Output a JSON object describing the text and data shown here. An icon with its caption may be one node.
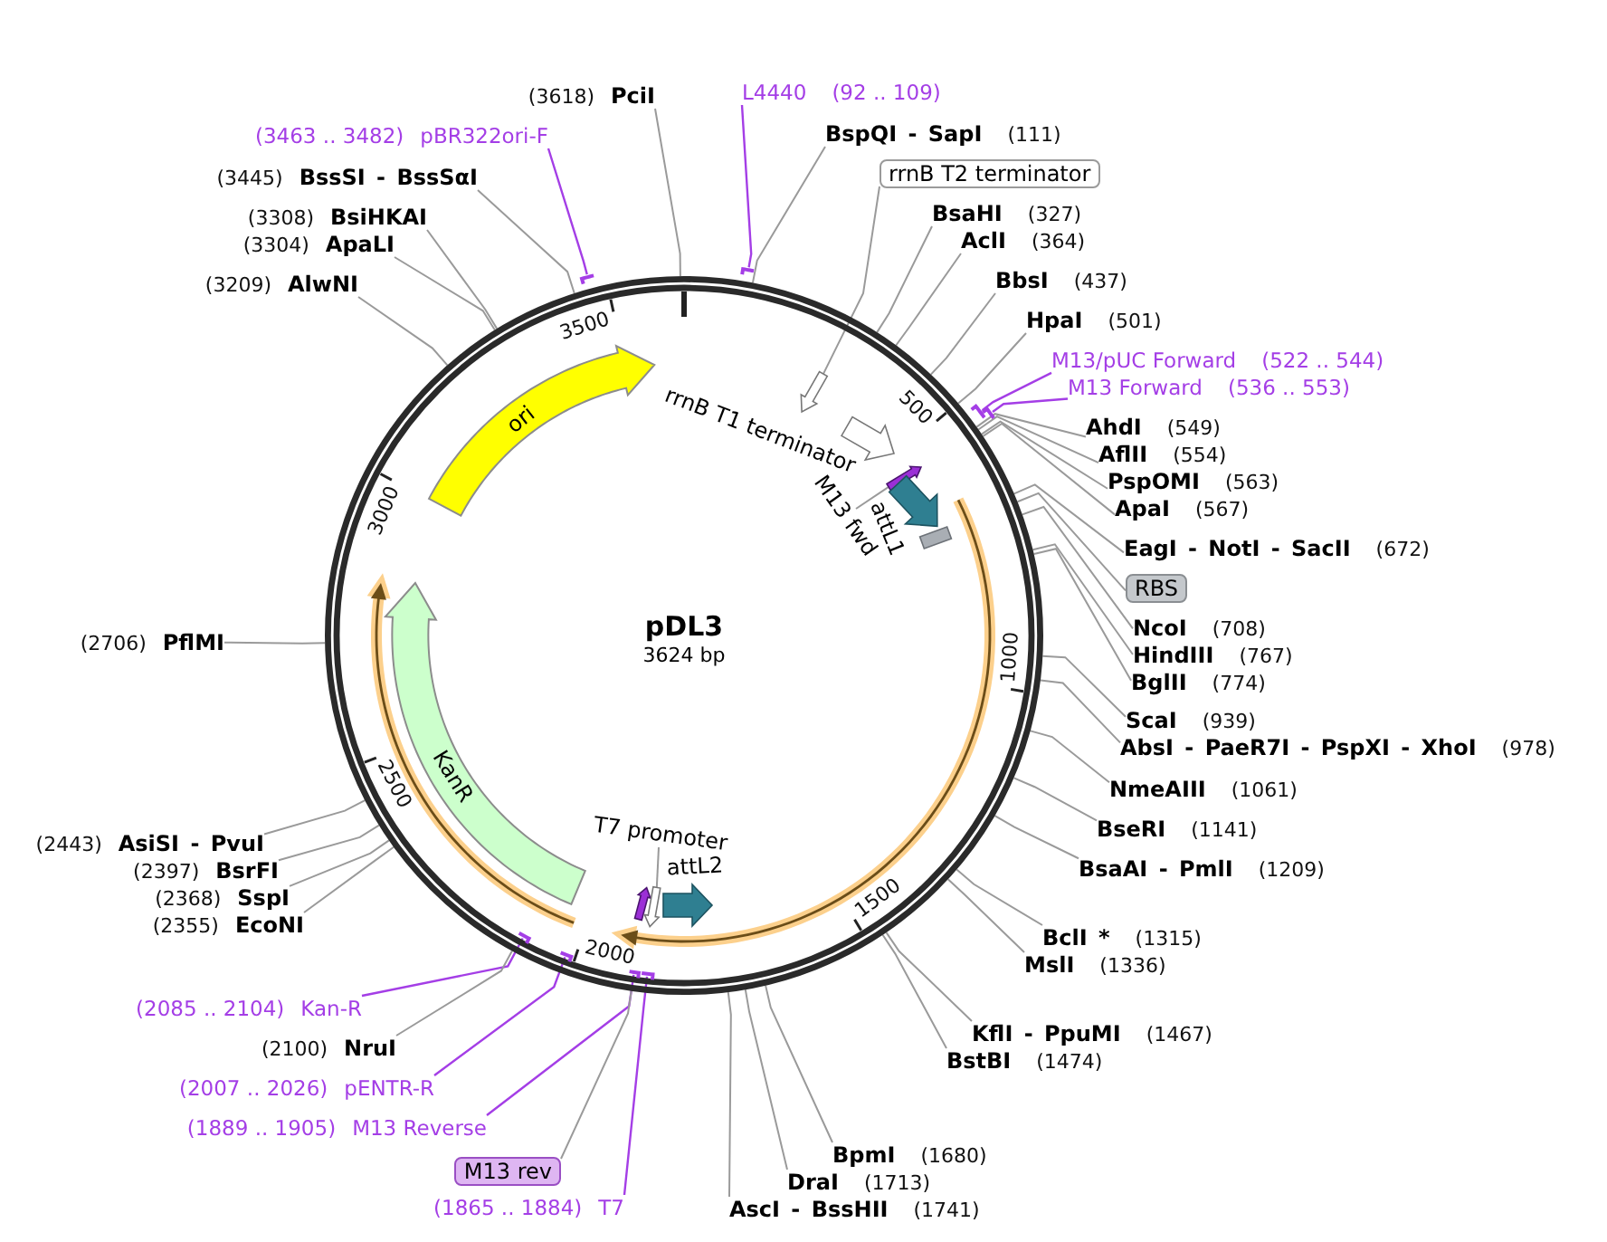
{
  "diagram": {
    "nodes": [
      {
        "text": [
          "pDL3",
          "3624 bp"
        ]
      },
      {
        "text": [
          "ori"
        ],
        "in": 0
      },
      {
        "text": [],
        "shape": "arrow",
        "in": 0
      },
      {
        "text": [],
        "shape": "arrow",
        "in": 0,
        "beside": [
          "rrnB T1 terminator"
        ]
      },
      {
        "text": [
          "M13 fwd"
        ],
        "in": 0
      },
      {
        "text": [],
        "shape": "arrow",
        "in": 0
      },
      {
        "text": [],
        "shape": "arrow",
        "in": 0,
        "beside": [
          "attL1"
        ]
      },
      {
        "text": [],
        "shape": "box",
        "in": 0
      },
      {
        "text": [
          "KanR"
        ],
        "in": 0
      },
      {
        "text": [
          "T7 promoter"
        ],
        "in": 0
      },
      {
        "text": [],
        "shape": "arrow",
        "in": 0
      },
      {
        "text": [],
        "shape": "arrow",
        "in": 0
      },
      {
        "text": [],
        "shape": "arrow",
        "in": 0,
        "beside": [
          "attL2"
        ]
      },
      {
        "text": [
          "(3618)",
          "PciI"
        ]
      },
      {
        "text": [
          "L4440",
          "(92 .. 109)"
        ]
      },
      {
        "text": [
          "(3463 .. 3482)",
          "pBR322ori-F"
        ]
      },
      {
        "text": [
          "BspQI - SapI",
          "(111)"
        ]
      },
      {
        "text": [
          "rrnB T2 terminator"
        ]
      },
      {
        "text": [
          "(3445)",
          "BssSI - BssSαI"
        ]
      },
      {
        "text": [
          "BsaHI",
          "(327)"
        ]
      },
      {
        "text": [
          "(3308)",
          "BsiHKAI"
        ]
      },
      {
        "text": [
          "AclI",
          "(364)"
        ]
      },
      {
        "text": [
          "(3304)",
          "ApaLI"
        ]
      },
      {
        "text": [
          "BbsI",
          "(437)"
        ]
      },
      {
        "text": [
          "(3209)",
          "AlwNI"
        ]
      },
      {
        "text": [
          "HpaI",
          "(501)"
        ]
      },
      {
        "text": [
          "M13/pUC Forward",
          "(522 .. 544)"
        ]
      },
      {
        "text": [
          "M13 Forward",
          "(536 .. 553)"
        ]
      },
      {
        "text": [
          "AhdI",
          "(549)"
        ]
      },
      {
        "text": [
          "AflII",
          "(554)"
        ]
      },
      {
        "text": [
          "PspOMI",
          "(563)"
        ]
      },
      {
        "text": [
          "ApaI",
          "(567)"
        ]
      },
      {
        "text": [
          "EagI - NotI - SacII",
          "(672)"
        ]
      },
      {
        "text": [
          "RBS"
        ]
      },
      {
        "text": [
          "NcoI",
          "(708)"
        ]
      },
      {
        "text": [
          "(2706)",
          "PflMI"
        ]
      },
      {
        "text": [
          "HindIII",
          "(767)"
        ]
      },
      {
        "text": [
          "BglII",
          "(774)"
        ]
      },
      {
        "text": [
          "ScaI",
          "(939)"
        ]
      },
      {
        "text": [
          "AbsI - PaeR7I - PspXI - XhoI",
          "(978)"
        ]
      },
      {
        "text": [
          "NmeAIII",
          "(1061)"
        ]
      },
      {
        "text": [
          "BseRI",
          "(1141)"
        ]
      },
      {
        "text": [
          "(2443)",
          "AsiSI - PvuI"
        ]
      },
      {
        "text": [
          "BsaAI - PmlI",
          "(1209)"
        ]
      },
      {
        "text": [
          "(2397)",
          "BsrFI"
        ]
      },
      {
        "text": [
          "(2368)",
          "SspI"
        ]
      },
      {
        "text": [
          "(2355)",
          "EcoNI"
        ]
      },
      {
        "text": [
          "BclI *",
          "(1315)"
        ]
      },
      {
        "text": [
          "MslI",
          "(1336)"
        ]
      },
      {
        "text": [
          "(2085 .. 2104)",
          "Kan-R"
        ]
      },
      {
        "text": [
          "KflI - PpuMI",
          "(1467)"
        ]
      },
      {
        "text": [
          "(2100)",
          "NruI"
        ]
      },
      {
        "text": [
          "BstBI",
          "(1474)"
        ]
      },
      {
        "text": [
          "(2007 .. 2026)",
          "pENTR-R"
        ]
      },
      {
        "text": [
          "(1889 .. 1905)",
          "M13 Reverse"
        ]
      },
      {
        "text": [
          "BpmI",
          "(1680)"
        ]
      },
      {
        "text": [
          "M13 rev"
        ]
      },
      {
        "text": [
          "DraI",
          "(1713)"
        ]
      },
      {
        "text": [
          "(1865 .. 1884)",
          "T7"
        ]
      },
      {
        "text": [
          "AscI - BssHII",
          "(1741)"
        ]
      },
      {
        "text": [],
        "shape": "bar"
      },
      {
        "text": [],
        "shape": "bar"
      },
      {
        "text": [],
        "shape": "bar"
      },
      {
        "text": [],
        "shape": "bar"
      },
      {
        "text": [],
        "shape": "bar",
        "in": 0
      },
      {
        "text": [],
        "shape": "bar",
        "in": 0
      },
      {
        "text": [],
        "shape": "bar",
        "in": 0
      },
      {
        "text": [],
        "shape": "bar",
        "in": 0
      }
    ],
    "edges": [
      {
        "from": 4,
        "to": 5,
        "arrow": "none"
      },
      {
        "from": 9,
        "to": 11,
        "arrow": "none"
      },
      {
        "from": 13,
        "to": 0,
        "arrow": "none"
      },
      {
        "from": 14,
        "to": 61,
        "arrow": "none",
        "color": "#a43ee6"
      },
      {
        "from": 15,
        "to": 60,
        "arrow": "none",
        "color": "#a43ee6"
      },
      {
        "from": 16,
        "to": 0,
        "arrow": "none"
      },
      {
        "from": 17,
        "to": 2,
        "arrow": "none"
      },
      {
        "from": 18,
        "to": 0,
        "arrow": "none"
      },
      {
        "from": 19,
        "to": 0,
        "arrow": "none"
      },
      {
        "from": 20,
        "to": 0,
        "arrow": "none"
      },
      {
        "from": 21,
        "to": 0,
        "arrow": "none"
      },
      {
        "from": 22,
        "to": 0,
        "arrow": "none"
      },
      {
        "from": 23,
        "to": 0,
        "arrow": "none"
      },
      {
        "from": 24,
        "to": 0,
        "arrow": "none"
      },
      {
        "from": 25,
        "to": 0,
        "arrow": "none"
      },
      {
        "from": 26,
        "to": 62,
        "arrow": "none",
        "color": "#a43ee6"
      },
      {
        "from": 27,
        "to": 63,
        "arrow": "none",
        "color": "#a43ee6"
      },
      {
        "from": 28,
        "to": 0,
        "arrow": "none"
      },
      {
        "from": 29,
        "to": 0,
        "arrow": "none"
      },
      {
        "from": 30,
        "to": 0,
        "arrow": "none"
      },
      {
        "from": 31,
        "to": 0,
        "arrow": "none"
      },
      {
        "from": 32,
        "to": 0,
        "arrow": "none"
      },
      {
        "from": 33,
        "to": 0,
        "arrow": "none"
      },
      {
        "from": 34,
        "to": 0,
        "arrow": "none"
      },
      {
        "from": 35,
        "to": 0,
        "arrow": "none"
      },
      {
        "from": 36,
        "to": 0,
        "arrow": "none"
      },
      {
        "from": 37,
        "to": 0,
        "arrow": "none"
      },
      {
        "from": 38,
        "to": 0,
        "arrow": "none"
      },
      {
        "from": 39,
        "to": 0,
        "arrow": "none"
      },
      {
        "from": 40,
        "to": 0,
        "arrow": "none"
      },
      {
        "from": 41,
        "to": 0,
        "arrow": "none"
      },
      {
        "from": 42,
        "to": 0,
        "arrow": "none"
      },
      {
        "from": 43,
        "to": 0,
        "arrow": "none"
      },
      {
        "from": 44,
        "to": 0,
        "arrow": "none"
      },
      {
        "from": 45,
        "to": 0,
        "arrow": "none"
      },
      {
        "from": 46,
        "to": 0,
        "arrow": "none"
      },
      {
        "from": 47,
        "to": 0,
        "arrow": "none"
      },
      {
        "from": 48,
        "to": 0,
        "arrow": "none"
      },
      {
        "from": 49,
        "to": 64,
        "arrow": "none",
        "color": "#a43ee6"
      },
      {
        "from": 50,
        "to": 0,
        "arrow": "none"
      },
      {
        "from": 51,
        "to": 0,
        "arrow": "none"
      },
      {
        "from": 52,
        "to": 0,
        "arrow": "none"
      },
      {
        "from": 53,
        "to": 65,
        "arrow": "none",
        "color": "#a43ee6"
      },
      {
        "from": 54,
        "to": 66,
        "arrow": "none",
        "color": "#a43ee6"
      },
      {
        "from": 55,
        "to": 0,
        "arrow": "none"
      },
      {
        "from": 56,
        "to": 0,
        "arrow": "none"
      },
      {
        "from": 57,
        "to": 0,
        "arrow": "none"
      },
      {
        "from": 58,
        "to": 67,
        "arrow": "none",
        "color": "#a43ee6"
      },
      {
        "from": 59,
        "to": 0,
        "arrow": "none"
      }
    ],
    "labels": [
      "3500",
      "500",
      "3000",
      "1000",
      "2500",
      "1500",
      "2000"
    ]
  }
}
